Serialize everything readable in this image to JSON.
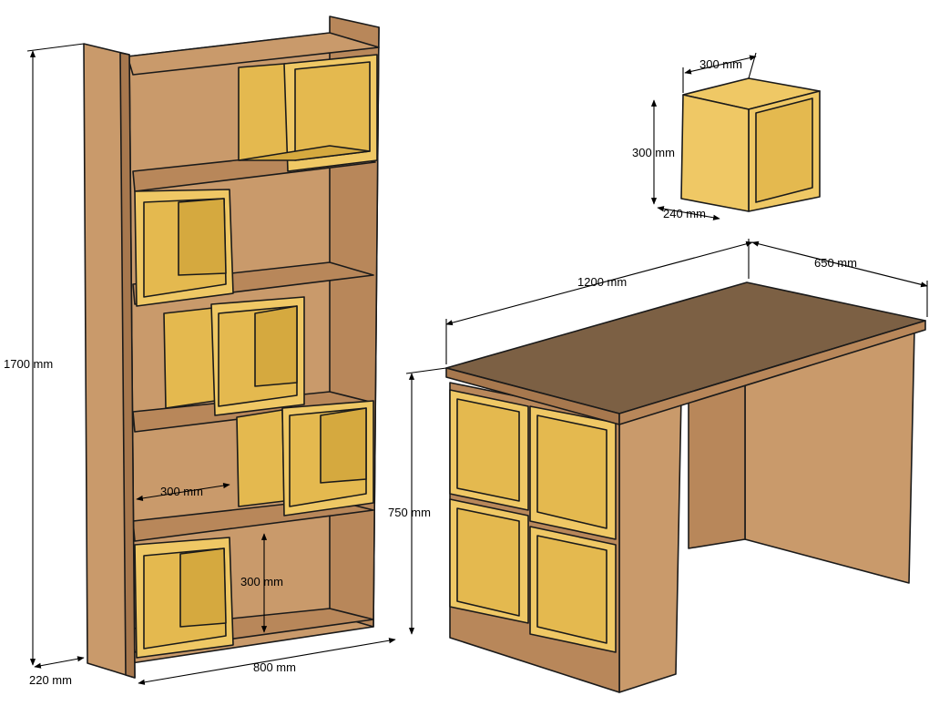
{
  "colors": {
    "wood": "#C99A6B",
    "wood_dark": "#B8875A",
    "wood_shadow": "#A7784E",
    "desk_top": "#7C6044",
    "cube_front": "#EFC865",
    "cube_inside": "#E4B94F",
    "cube_dark": "#D5A93F",
    "outline": "#1A1A1A",
    "background": "#FFFFFF"
  },
  "labels": {
    "shelf_height": "1700 mm",
    "shelf_depth": "220 mm",
    "shelf_width": "800 mm",
    "shelf_cube_width": "300 mm",
    "shelf_cube_height": "300 mm",
    "cube_top": "300 mm",
    "cube_side": "300 mm",
    "cube_depth": "240 mm",
    "desk_length": "1200 mm",
    "desk_depth": "650 mm",
    "desk_height": "750 mm"
  }
}
